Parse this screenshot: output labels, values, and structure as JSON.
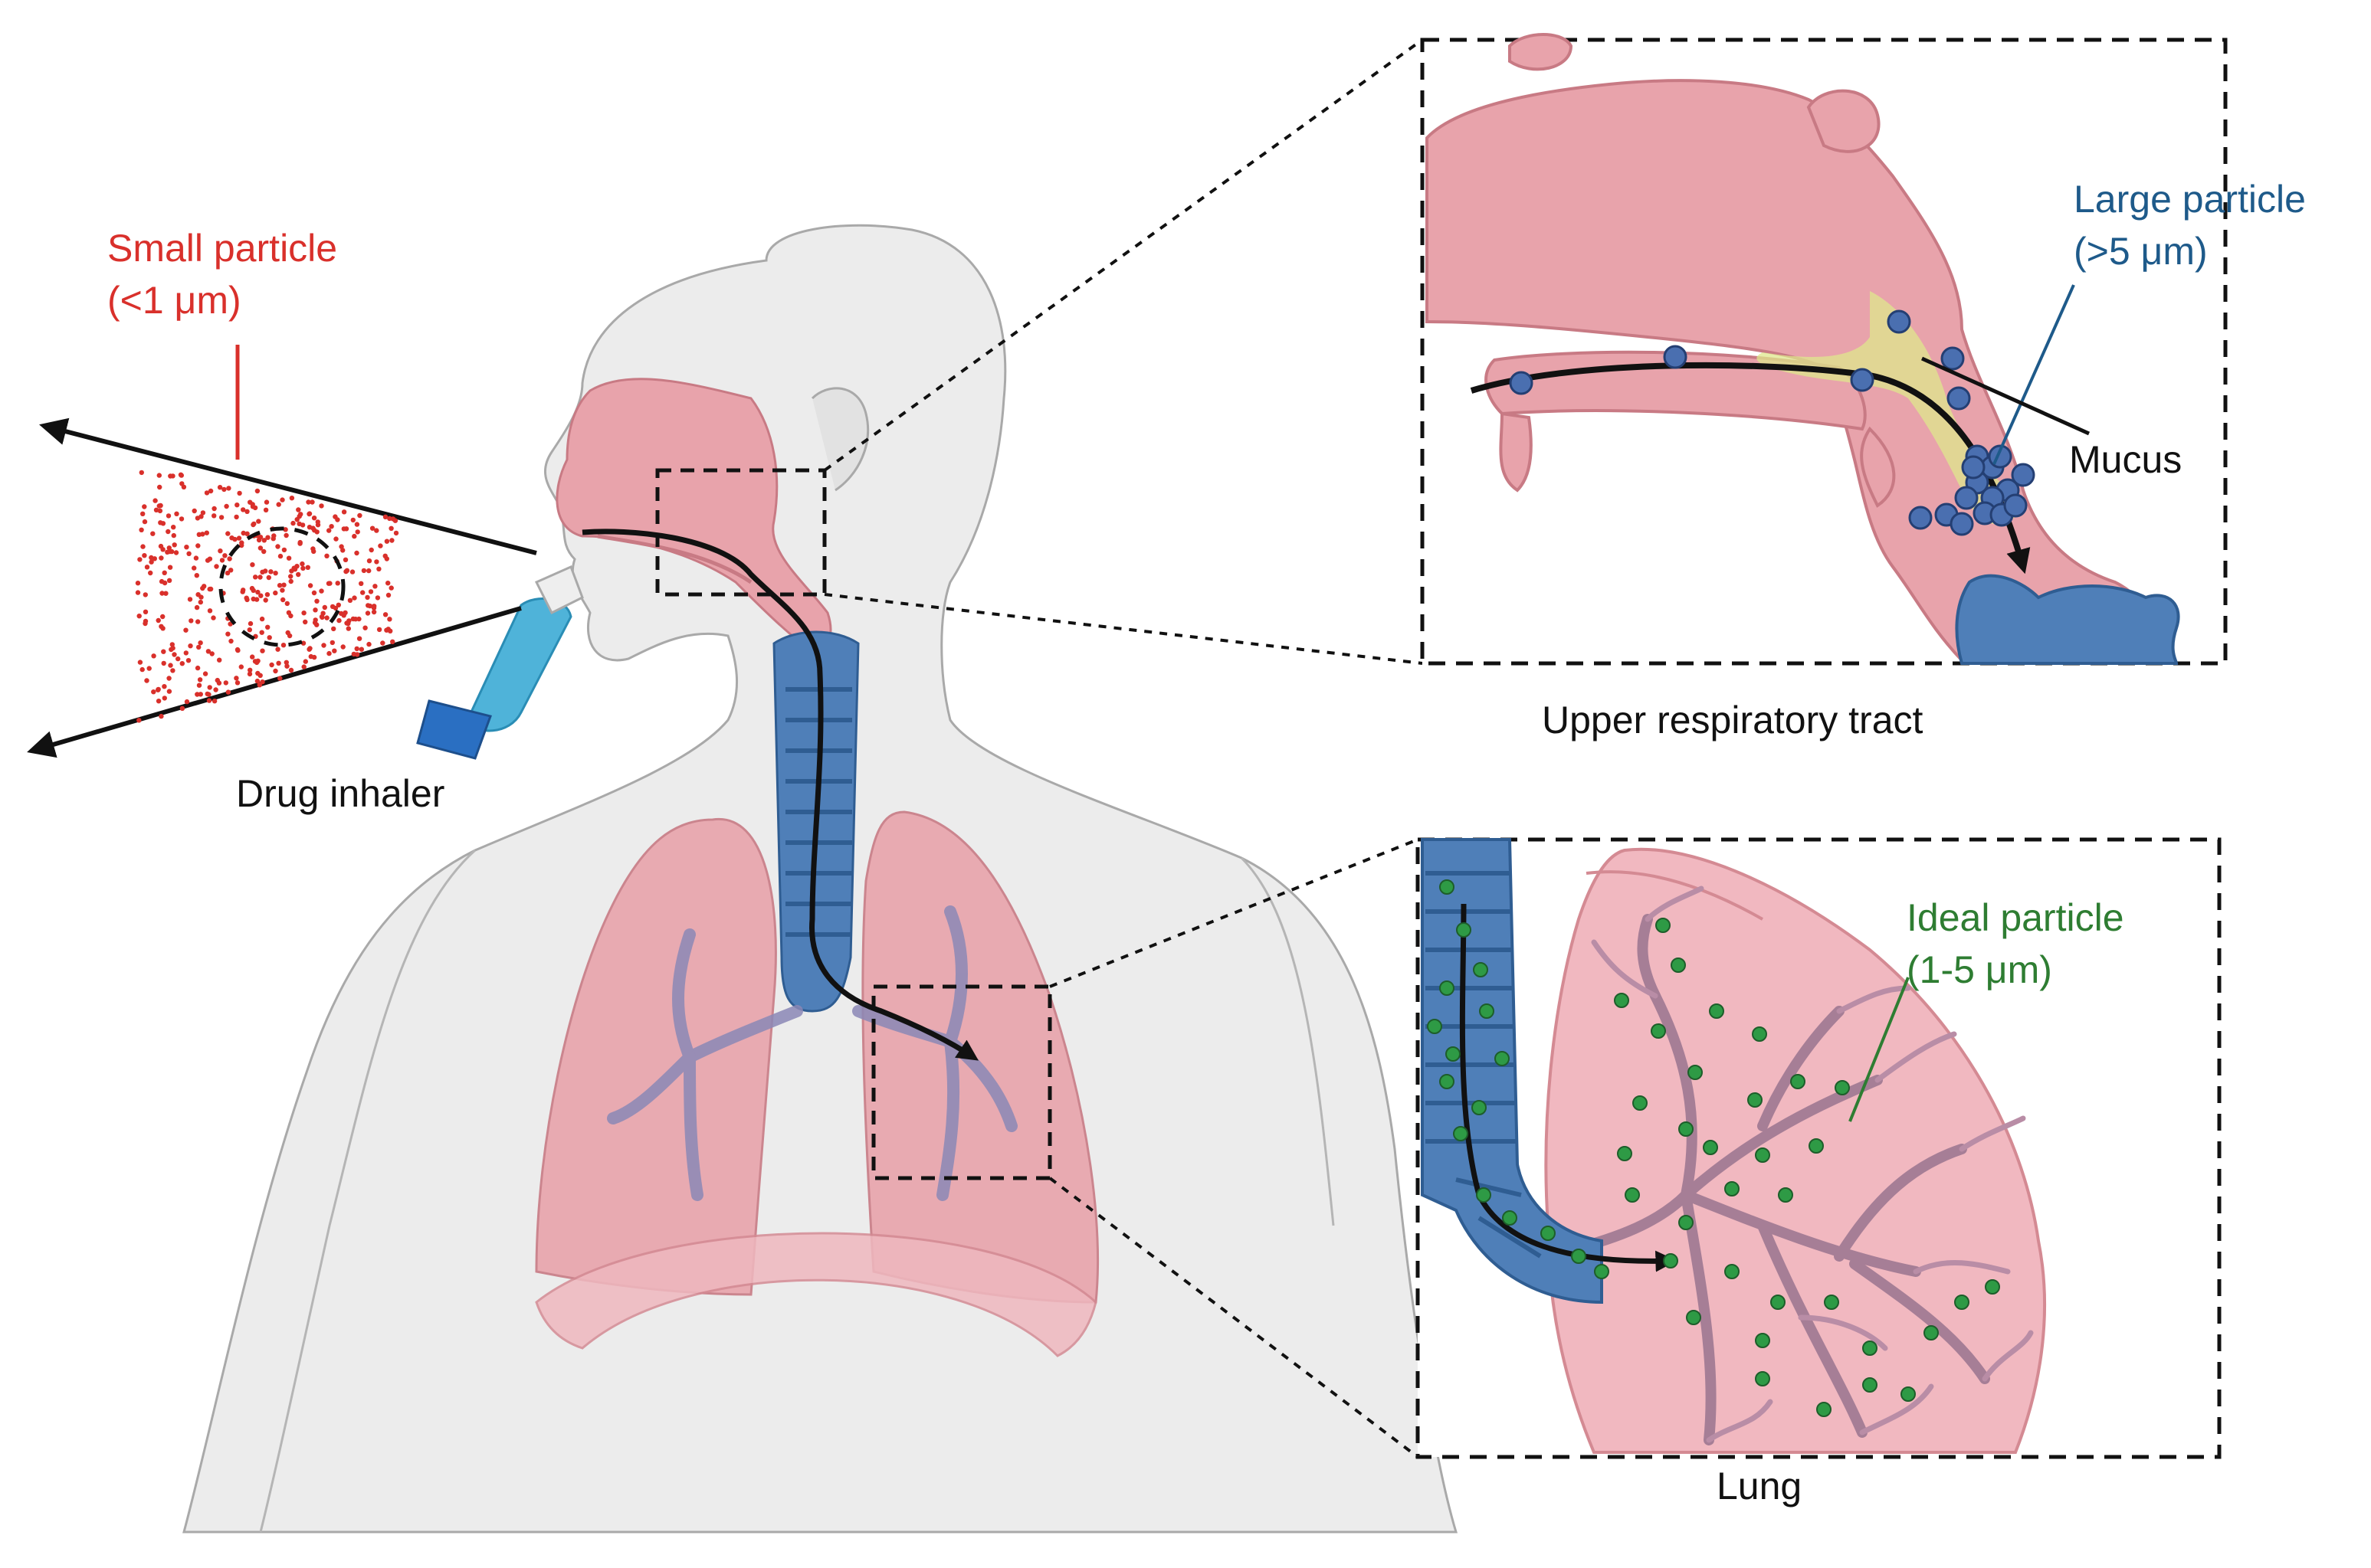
{
  "labels": {
    "small_particle": "Small particle",
    "small_particle_size": "(<1 μm)",
    "drug_inhaler": "Drug inhaler",
    "large_particle": "Large particle",
    "large_particle_size": "(>5 μm)",
    "mucus": "Mucus",
    "upper_tract": "Upper respiratory tract",
    "ideal_particle": "Ideal particle",
    "ideal_particle_size": "(1-5 μm)",
    "lung": "Lung"
  },
  "colors": {
    "small_particle": "#d9302b",
    "large_particle": "#1e5a8a",
    "ideal_particle": "#2e7d32",
    "tissue": "#e8a3ab",
    "airway": "#4f7fb8",
    "body": "#ececec",
    "mucus": "#dfe78c"
  }
}
